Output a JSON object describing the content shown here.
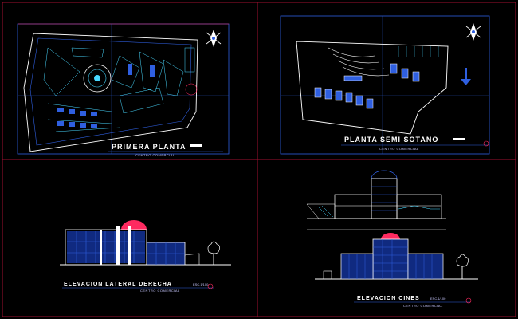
{
  "colors": {
    "background": "#000000",
    "frame": "#a01030",
    "line_blue": "#2f5fe0",
    "line_cyan": "#48d8ff",
    "line_white": "#ffffff",
    "accent_red": "#ff2a60",
    "title_text": "#ffffff",
    "subtitle_text": "#c8c8ff"
  },
  "sheets": {
    "primera_planta": {
      "title": "PRIMERA PLANTA",
      "subtitle": "CENTRO COMERCIAL"
    },
    "planta_semi_sotano": {
      "title": "PLANTA SEMI SOTANO",
      "subtitle": "CENTRO COMERCIAL"
    },
    "elevacion_lateral_derecha": {
      "title": "ELEVACION LATERAL DERECHA",
      "scale": "ESC.1/100",
      "subtitle": "CENTRO COMERCIAL"
    },
    "elevacion_cines": {
      "title": "ELEVACION CINES",
      "scale": "ESC.1/100",
      "subtitle": "CENTRO COMERCIAL"
    }
  },
  "icons": {
    "north_arrow": "north-arrow-icon",
    "tree": "tree-icon",
    "dome": "dome-icon"
  }
}
